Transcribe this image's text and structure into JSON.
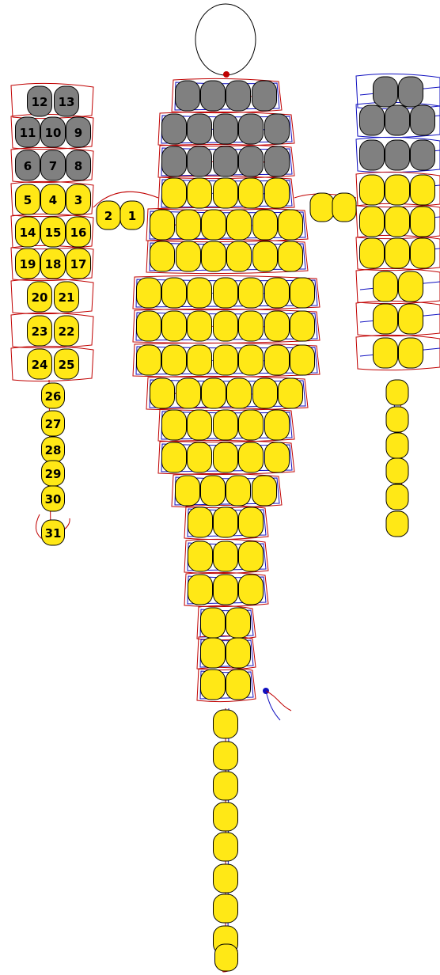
{
  "colors": {
    "bead_yellow": "#ffe816",
    "bead_gray": "#808080",
    "bead_outline": "#000000",
    "thread_red": "#c00000",
    "thread_blue": "#1010c0",
    "background": "#ffffff"
  },
  "legend_strip": {
    "labels": [
      "12",
      "13",
      "11",
      "10",
      "9",
      "6",
      "7",
      "8",
      "5",
      "4",
      "3",
      "2",
      "1",
      "14",
      "15",
      "16",
      "19",
      "18",
      "17",
      "20",
      "21",
      "23",
      "22",
      "24",
      "25",
      "26",
      "27",
      "28",
      "29",
      "30",
      "31"
    ]
  }
}
